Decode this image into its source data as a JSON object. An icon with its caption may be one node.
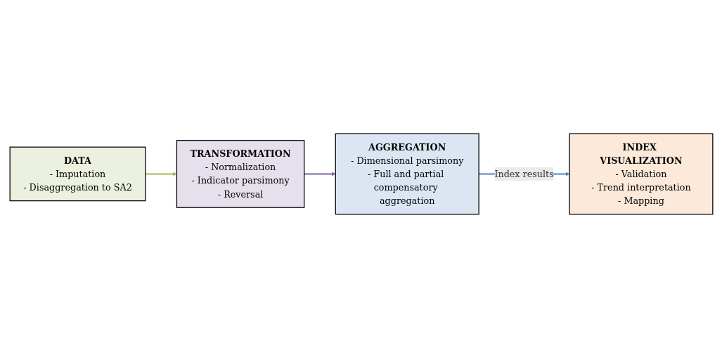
{
  "diagram": {
    "nodes": [
      {
        "text": [
          "DATA",
          "- Imputation",
          "- Disaggregation to SA2"
        ]
      },
      {
        "text": [
          "TRANSFORMATION",
          "- Normalization",
          "- Indicator parsimony",
          "- Reversal"
        ]
      },
      {
        "text": [
          "AGGREGATION",
          "- Dimensional parsimony",
          "- Full and partial compensatory aggregation"
        ]
      },
      {
        "text": [
          "INDEX VISUALIZATION",
          "- Validation",
          "- Trend interpretation",
          "- Mapping"
        ]
      }
    ],
    "edges": [
      {
        "from": 0,
        "to": 1,
        "arrow": "to",
        "color": "#9bbb59"
      },
      {
        "from": 1,
        "to": 2,
        "arrow": "to",
        "color": "#8064a2"
      },
      {
        "from": 2,
        "to": 3,
        "arrow": "to",
        "color": "#4f81bd",
        "label": "Index results"
      }
    ]
  }
}
